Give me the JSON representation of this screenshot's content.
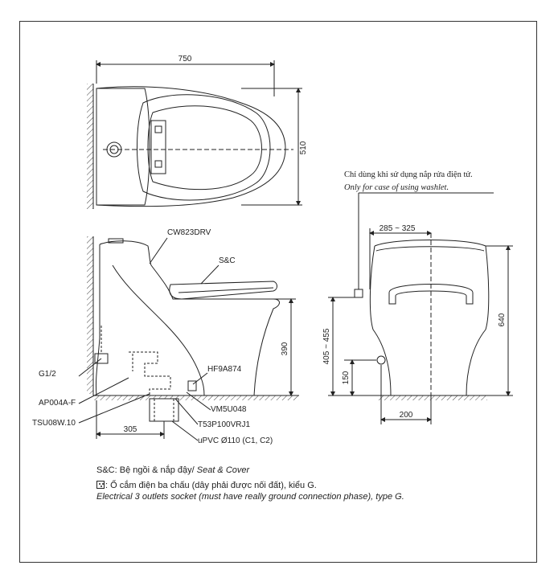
{
  "top_view": {
    "width_dim": "750",
    "depth_dim": "510"
  },
  "side_view": {
    "labels": {
      "cw823drv": "CW823DRV",
      "sc": "S&C",
      "g12": "G1/2",
      "ap004af": "AP004A-F",
      "tsu08w10": "TSU08W.10",
      "hf9a874": "HF9A874",
      "vm5u048": "VM5U048",
      "t53p100vrj1": "T53P100VRJ1",
      "upvc": "uPVC Ø110 (C1, C2)"
    },
    "dims": {
      "seat_height": "390",
      "outlet_dist": "305"
    }
  },
  "front_view": {
    "note_vi": "Chỉ dùng khi sử dụng nắp rửa điện tử.",
    "note_en": "Only for case of using washlet.",
    "dims": {
      "top_range": "285 ~ 325",
      "height": "640",
      "socket_range": "405 ~ 455",
      "supply_height": "150",
      "supply_offset": "200"
    }
  },
  "legend": {
    "sc_text": "S&C: Bệ ngồi & nắp đậy/ ",
    "sc_text_en": "Seat & Cover",
    "socket_vi": ": Ổ cắm điện ba chấu (dây phải được nối đất), kiểu G.",
    "socket_en": "Electrical 3 outlets socket (must have really ground connection phase), type G."
  }
}
